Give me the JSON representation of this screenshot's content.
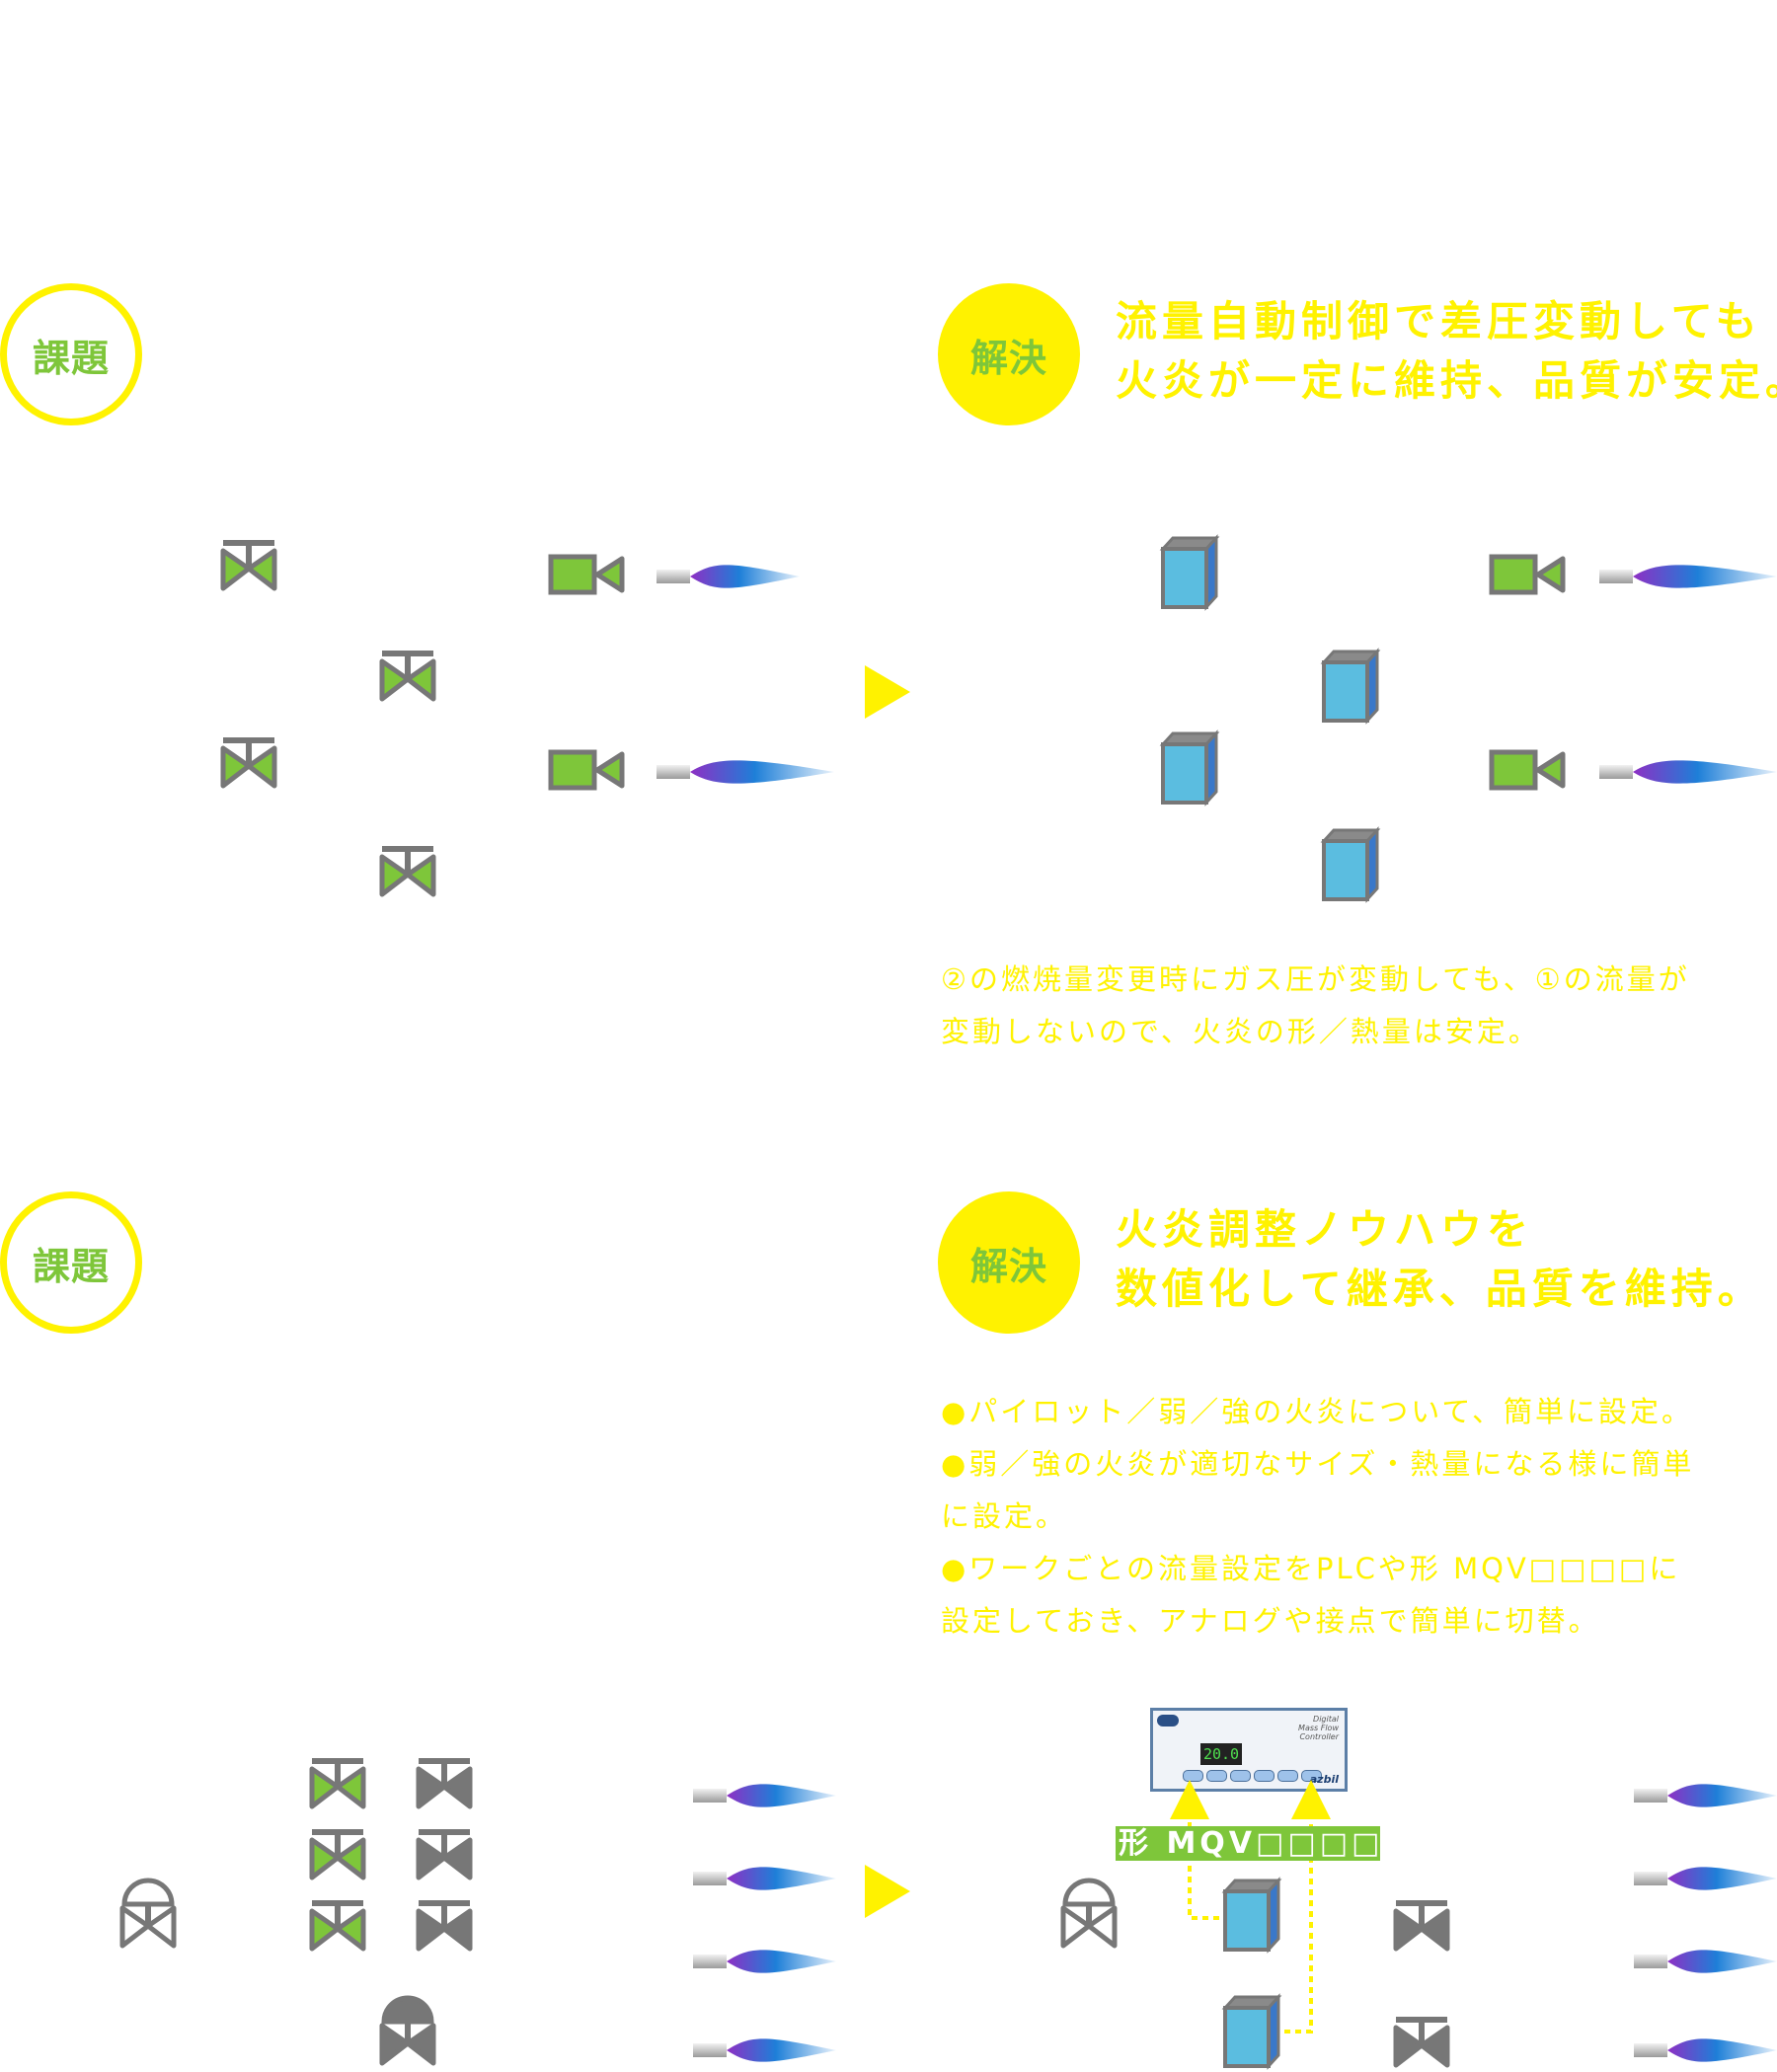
{
  "section1": {
    "problem_badge": "課題",
    "solution_badge": "解決",
    "solution_heading": [
      "流量自動制御で差圧変動しても",
      "火炎が一定に維持、品質が安定。"
    ],
    "solution_text": [
      "②の燃焼量変更時にガス圧が変動しても、①の流量が",
      "変動しないので、火炎の形／熱量は安定。"
    ]
  },
  "section2": {
    "problem_badge": "課題",
    "solution_badge": "解決",
    "solution_heading": [
      "火炎調整ノウハウを",
      "数値化して継承、品質を維持。"
    ],
    "solution_text": [
      "●パイロット／弱／強の火炎について、簡単に設定。",
      "●弱／強の火炎が適切なサイズ・熱量になる様に簡単",
      "に設定。",
      "●ワークごとの流量設定をPLCや形 MQV□□□□に",
      "設定しておき、アナログや接点で簡単に切替。"
    ],
    "product_tag": "形 MQV□□□□",
    "controller": {
      "display_value": "20.0",
      "brand": "azbil",
      "model_label": [
        "Digital",
        "Mass Flow",
        "Controller"
      ]
    }
  },
  "colors": {
    "accent_yellow": "#fff200",
    "green": "#7ec63a",
    "gray": "#777777",
    "mfc_blue": "#5bbde0",
    "flame_blue": "#1e7fd8",
    "flame_purple": "#8e2fc4"
  }
}
